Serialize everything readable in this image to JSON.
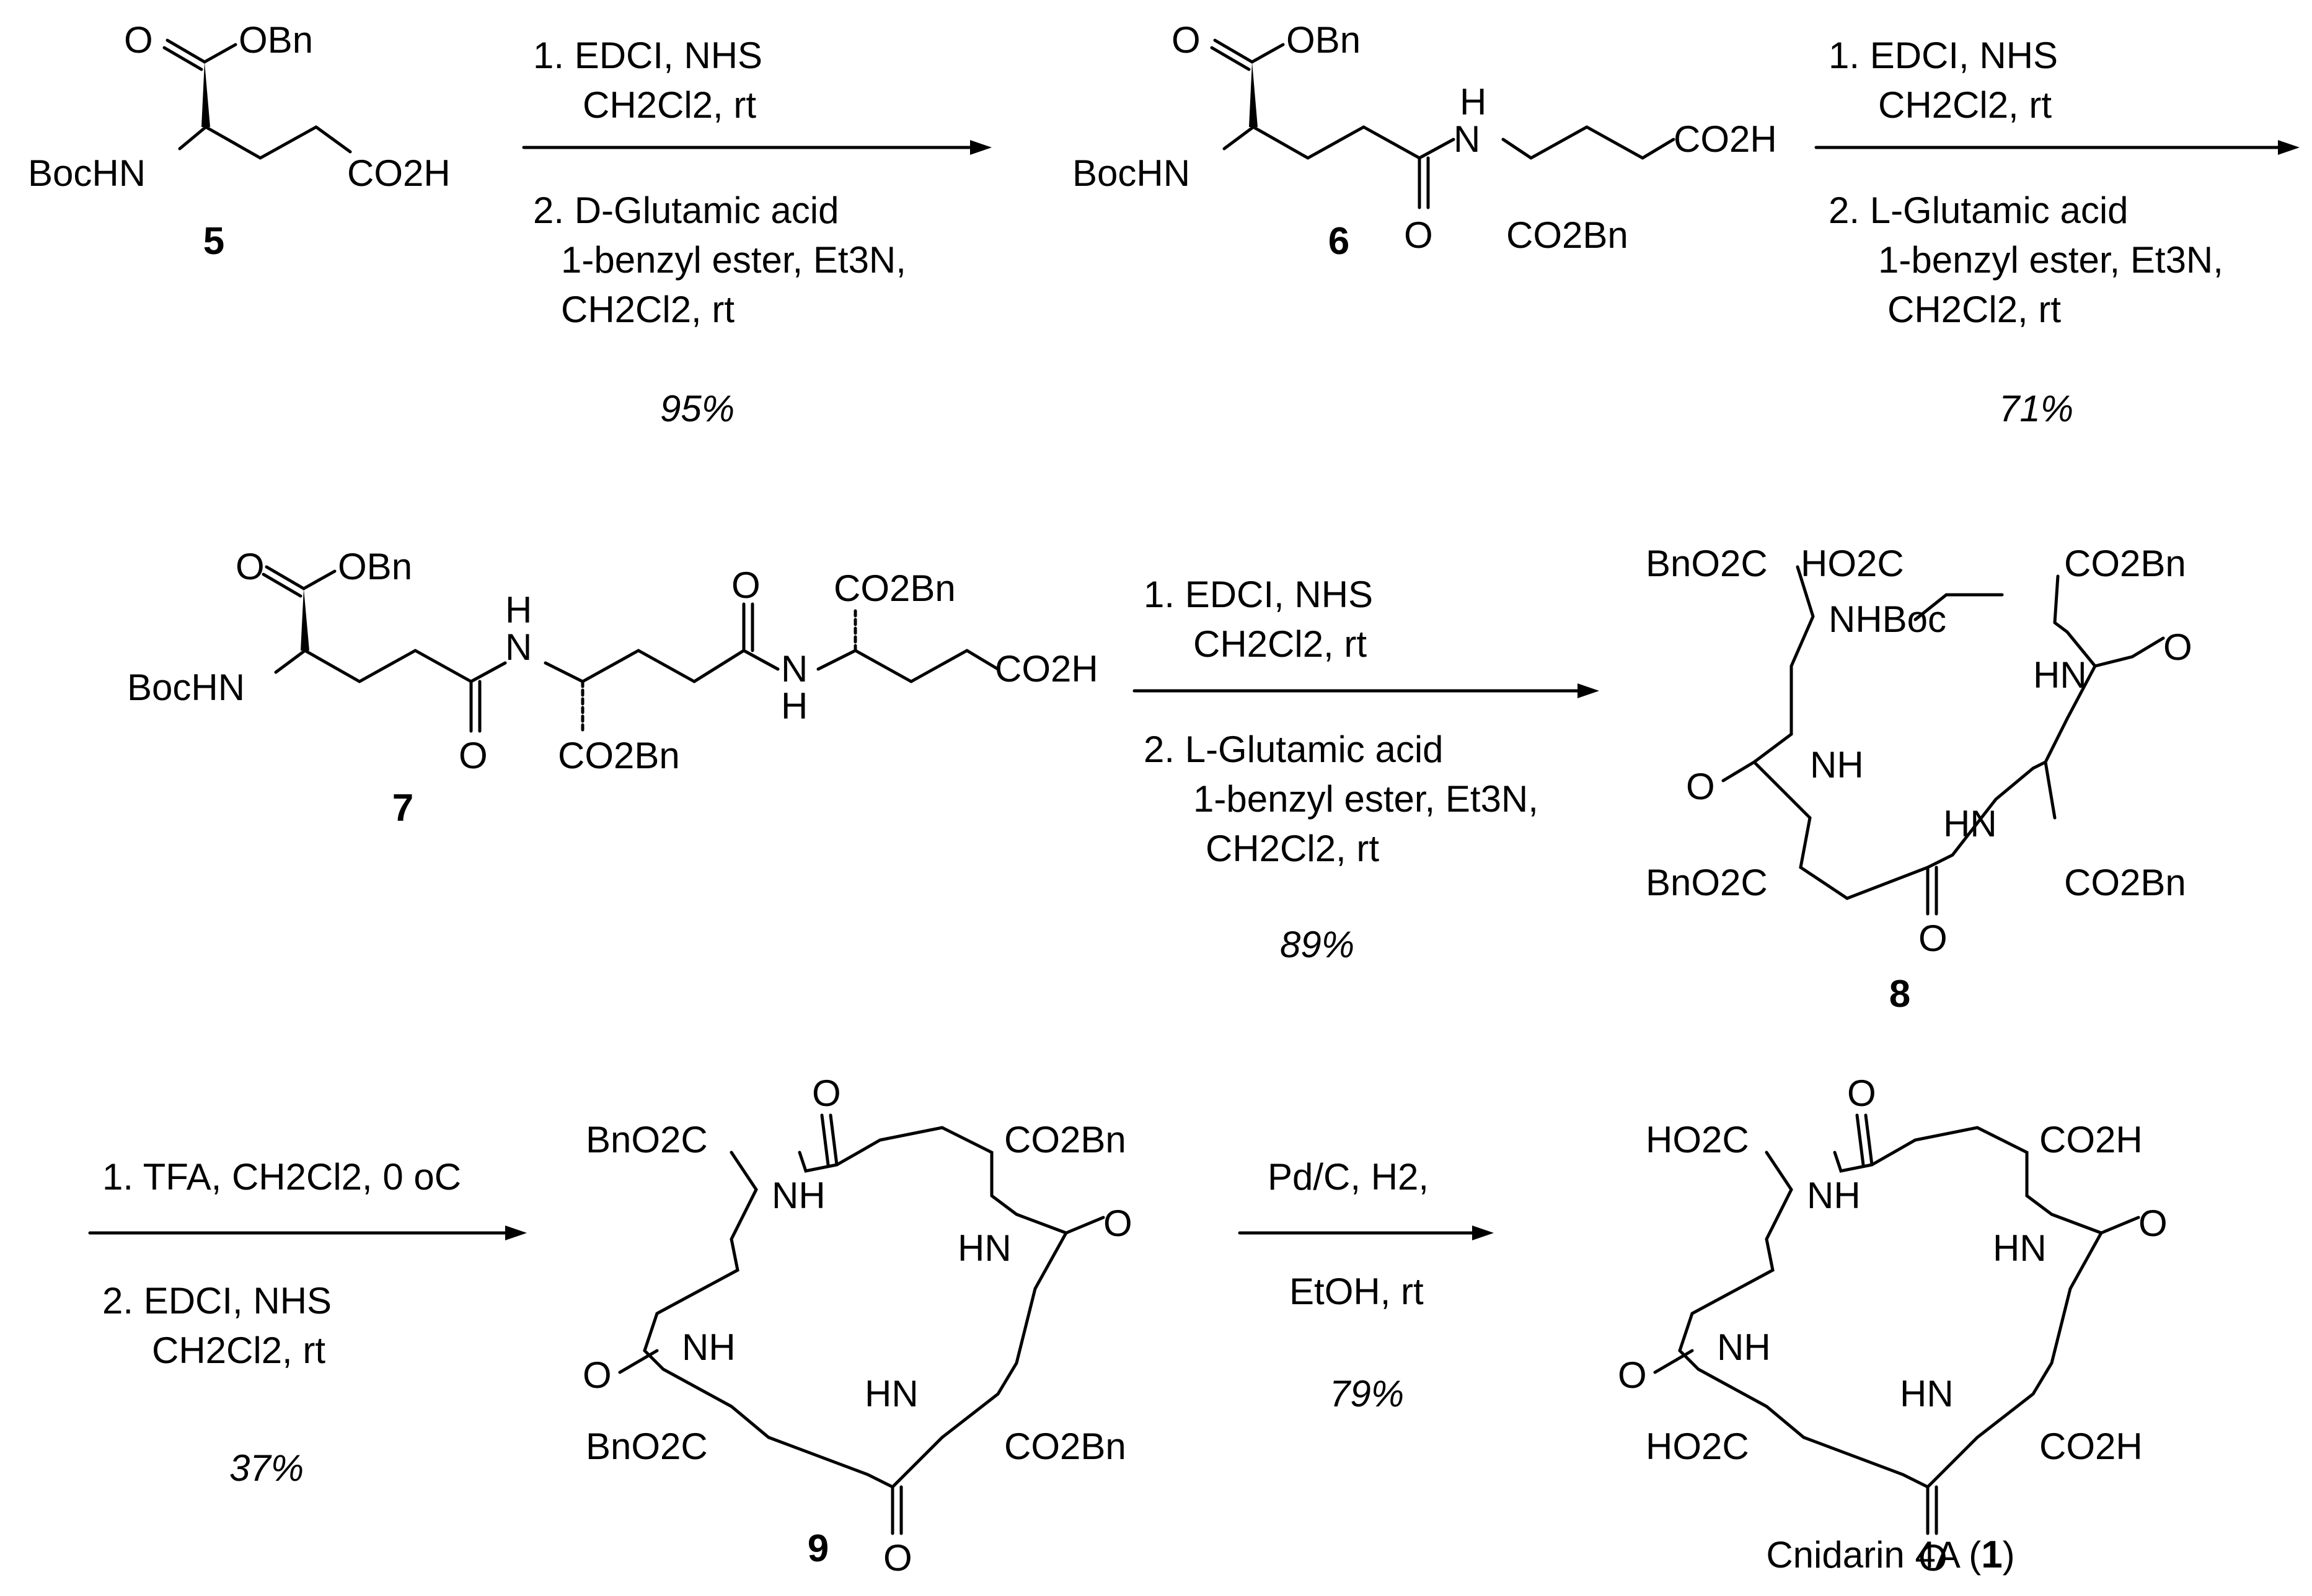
{
  "colors": {
    "ink": "#000000",
    "background": "#ffffff"
  },
  "compounds": [
    {
      "id": "5",
      "number": "5"
    },
    {
      "id": "6",
      "number": "6"
    },
    {
      "id": "7",
      "number": "7"
    },
    {
      "id": "8",
      "number": "8"
    },
    {
      "id": "9",
      "number": "9"
    },
    {
      "id": "1",
      "name": "Cnidarin 4A",
      "number": "1"
    }
  ],
  "steps": [
    {
      "from": "5",
      "to": "6",
      "lines": [
        "1. EDCI, NHS",
        "CH2Cl2, rt",
        "2. D-Glutamic acid",
        "1-benzyl ester, Et3N,",
        "CH2Cl2, rt"
      ],
      "yield": "95%"
    },
    {
      "from": "6",
      "to": "7",
      "lines": [
        "1. EDCI, NHS",
        "CH2Cl2, rt",
        "2. L-Glutamic acid",
        "1-benzyl ester, Et3N,",
        "CH2Cl2, rt"
      ],
      "yield": "71%"
    },
    {
      "from": "7",
      "to": "8",
      "lines": [
        "1. EDCI, NHS",
        "CH2Cl2, rt",
        "2. L-Glutamic acid",
        "1-benzyl ester, Et3N,",
        "CH2Cl2, rt"
      ],
      "yield": "89%"
    },
    {
      "from": "8",
      "to": "9",
      "lines": [
        "1. TFA, CH2Cl2, 0 oC",
        "2. EDCI, NHS",
        "CH2Cl2, rt"
      ],
      "yield": "37%"
    },
    {
      "from": "9",
      "to": "1",
      "lines": [
        "Pd/C, H2,",
        "EtOH, rt"
      ],
      "yield": "79%"
    }
  ],
  "group_labels": {
    "obn": "OBn",
    "bochn": "BocHN",
    "co2h": "CO2H",
    "co2bn": "CO2Bn",
    "bno2c": "BnO2C",
    "ho2c": "HO2C",
    "nh": "NH",
    "hn": "HN",
    "h": "H",
    "n": "N",
    "o": "O",
    "nhboc": "NHBoc"
  }
}
